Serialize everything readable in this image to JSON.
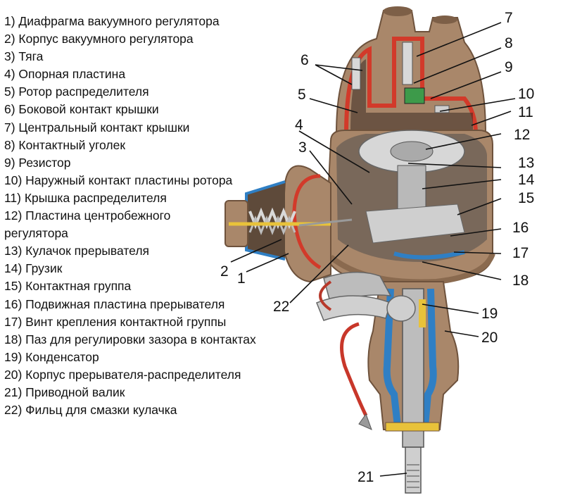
{
  "legend": [
    "1) Диафрагма вакуумного регулятора",
    "2) Корпус вакуумного регулятора",
    "3) Тяга",
    "4) Опорная пластина",
    "5) Ротор распределителя",
    "6) Боковой контакт крышки",
    "7) Центральный контакт крышки",
    "8) Контактный уголек",
    "9) Резистор",
    "10) Наружный контакт пластины ротора",
    "11) Крышка распределителя",
    "12) Пластина центробежного регулятора",
    "13) Кулачок прерывателя",
    "14) Грузик",
    "15) Контактная группа",
    "16) Подвижная пластина прерывателя",
    "17) Винт крепления контактной группы",
    "18) Паз для регулировки зазора в контактах",
    "19) Конденсатор",
    "20) Корпус прерывателя-распределителя",
    "21) Приводной валик",
    "22) Фильц для смазки кулачка"
  ],
  "callouts": [
    "1",
    "2",
    "3",
    "4",
    "5",
    "6",
    "7",
    "8",
    "9",
    "10",
    "11",
    "12",
    "13",
    "14",
    "15",
    "16",
    "17",
    "18",
    "19",
    "20",
    "21",
    "22"
  ],
  "colors": {
    "housing": "#a9876a",
    "housing_dark": "#7d5f47",
    "cut_red": "#d23a2a",
    "cut_blue": "#2f7fc4",
    "metal": "#c9c9c9",
    "metal_dark": "#8a8a8a",
    "accent_yellow": "#e8c23a"
  }
}
